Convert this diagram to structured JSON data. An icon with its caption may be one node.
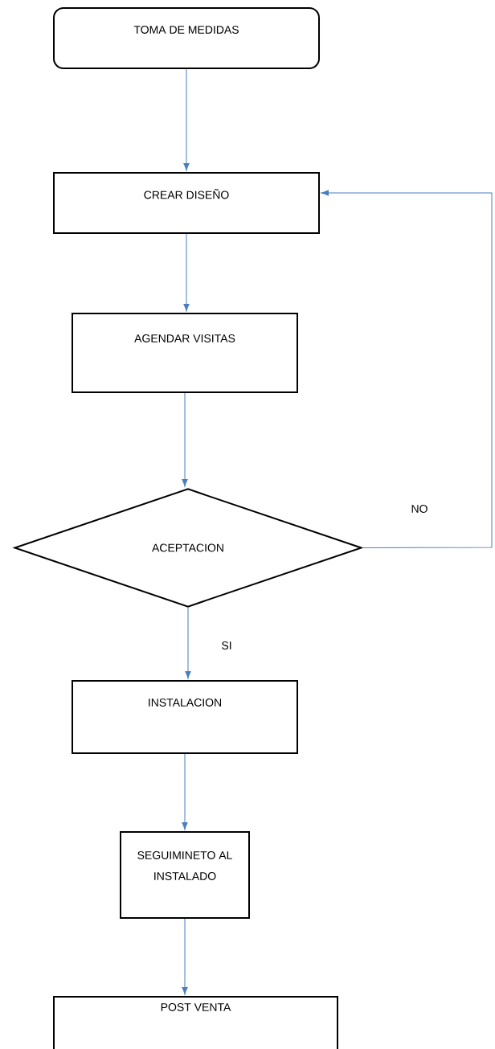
{
  "diagram": {
    "nodes": [
      {
        "text": [
          "TOMA DE MEDIDAS"
        ]
      },
      {
        "text": [
          "CREAR DISEÑO"
        ]
      },
      {
        "text": [
          "AGENDAR VISITAS"
        ]
      },
      {
        "text": [
          "ACEPTACION"
        ]
      },
      {
        "text": [
          "INSTALACION"
        ]
      },
      {
        "text": [
          "SEGUIMINETO AL INSTALADO"
        ]
      },
      {
        "text": [
          "POST VENTA"
        ]
      }
    ],
    "edges": [
      {
        "from": 0,
        "to": 1,
        "arrow": "to"
      },
      {
        "from": 1,
        "to": 2,
        "arrow": "to"
      },
      {
        "from": 2,
        "to": 3,
        "arrow": "to"
      },
      {
        "from": 3,
        "to": 4,
        "arrow": "to",
        "label": "SI"
      },
      {
        "from": 4,
        "to": 5,
        "arrow": "to"
      },
      {
        "from": 5,
        "to": 6,
        "arrow": "to"
      },
      {
        "from": 3,
        "to": 1,
        "arrow": "to",
        "label": "NO"
      }
    ]
  }
}
